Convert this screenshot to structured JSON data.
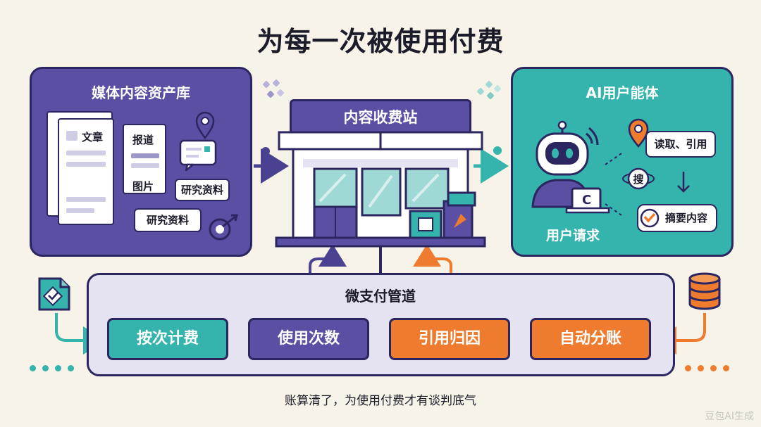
{
  "title": "为每一次被使用付费",
  "caption": "账算清了，为使用付费才有谈判底气",
  "watermark": "豆包AI生成",
  "media_library": {
    "title": "媒体内容资产库",
    "doc_front_label": "文章",
    "doc_back_label": "文章",
    "report_label": "报道",
    "image_label": "图片",
    "research_label_1": "研究资料",
    "research_label_2": "研究资料"
  },
  "station": {
    "title": "内容收费站"
  },
  "ai_agent": {
    "title": "AI用户能体",
    "read_cite": "读取、引用",
    "search": "搜",
    "summary": "摘要内容",
    "user_request": "用户请求"
  },
  "pipeline": {
    "title": "微支付管道",
    "steps": [
      "按次计费",
      "使用次数",
      "引用归因",
      "自动分账"
    ]
  },
  "colors": {
    "purple": "#5a4fa3",
    "teal": "#35b3ad",
    "orange": "#ef7c2e",
    "outline": "#2b2560",
    "background": "#f7f3e8"
  }
}
